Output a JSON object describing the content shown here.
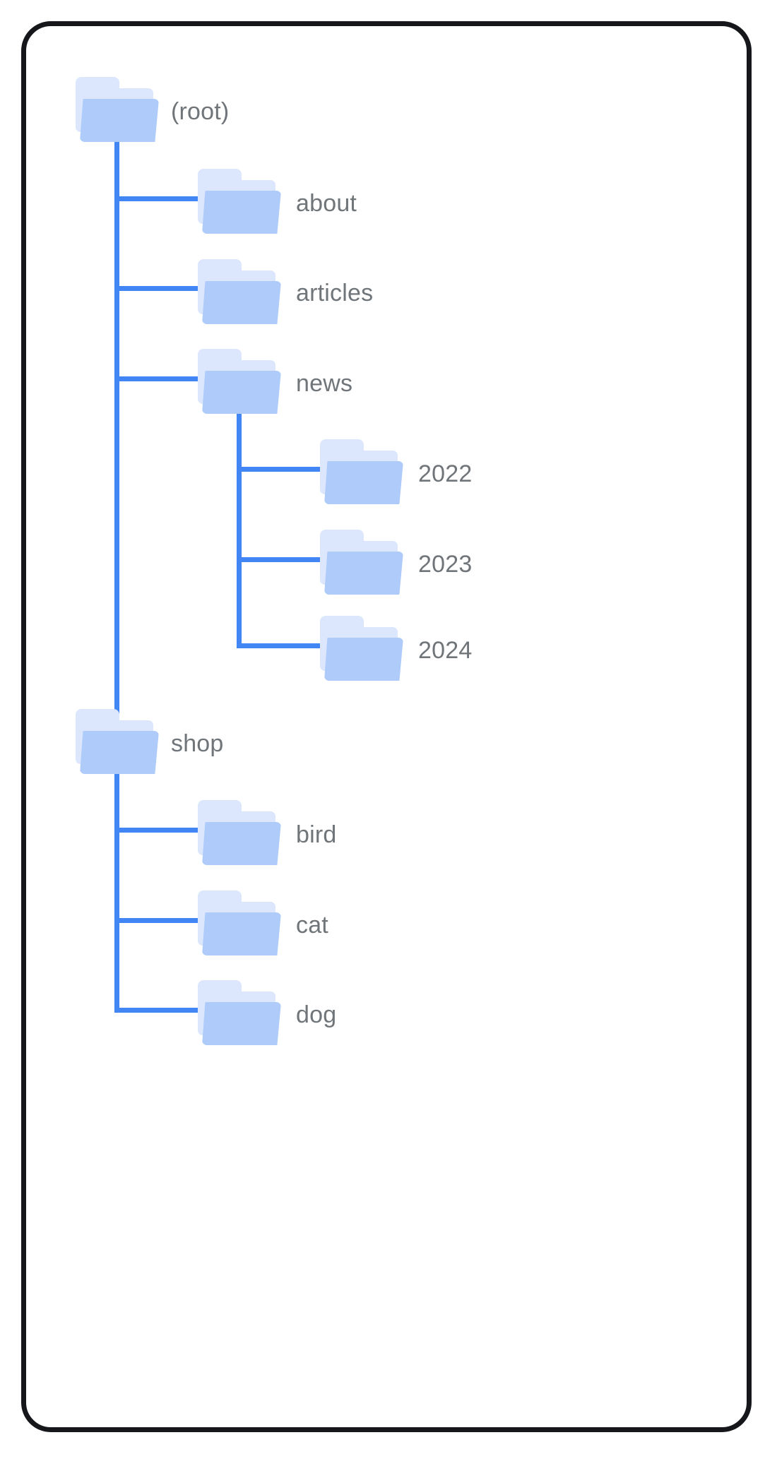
{
  "card": {
    "background": "#ffffff",
    "border_color": "#15171a"
  },
  "theme": {
    "connector_color": "#4285f4",
    "folder_front": "#aecbfa",
    "folder_back": "#dce7fd",
    "label_color": "#70757a"
  },
  "tree": {
    "root": {
      "label": "(root)",
      "icon": "folder-icon"
    },
    "nodes": [
      {
        "label": "(root)",
        "depth": 0,
        "icon": "folder-icon"
      },
      {
        "label": "about",
        "depth": 1,
        "icon": "folder-icon"
      },
      {
        "label": "articles",
        "depth": 1,
        "icon": "folder-icon"
      },
      {
        "label": "news",
        "depth": 1,
        "icon": "folder-icon"
      },
      {
        "label": "2022",
        "depth": 2,
        "icon": "folder-icon"
      },
      {
        "label": "2023",
        "depth": 2,
        "icon": "folder-icon"
      },
      {
        "label": "2024",
        "depth": 2,
        "icon": "folder-icon"
      },
      {
        "label": "shop",
        "depth": 1,
        "icon": "folder-icon"
      },
      {
        "label": "bird",
        "depth": 2,
        "icon": "folder-icon"
      },
      {
        "label": "cat",
        "depth": 2,
        "icon": "folder-icon"
      },
      {
        "label": "dog",
        "depth": 2,
        "icon": "folder-icon"
      }
    ]
  }
}
